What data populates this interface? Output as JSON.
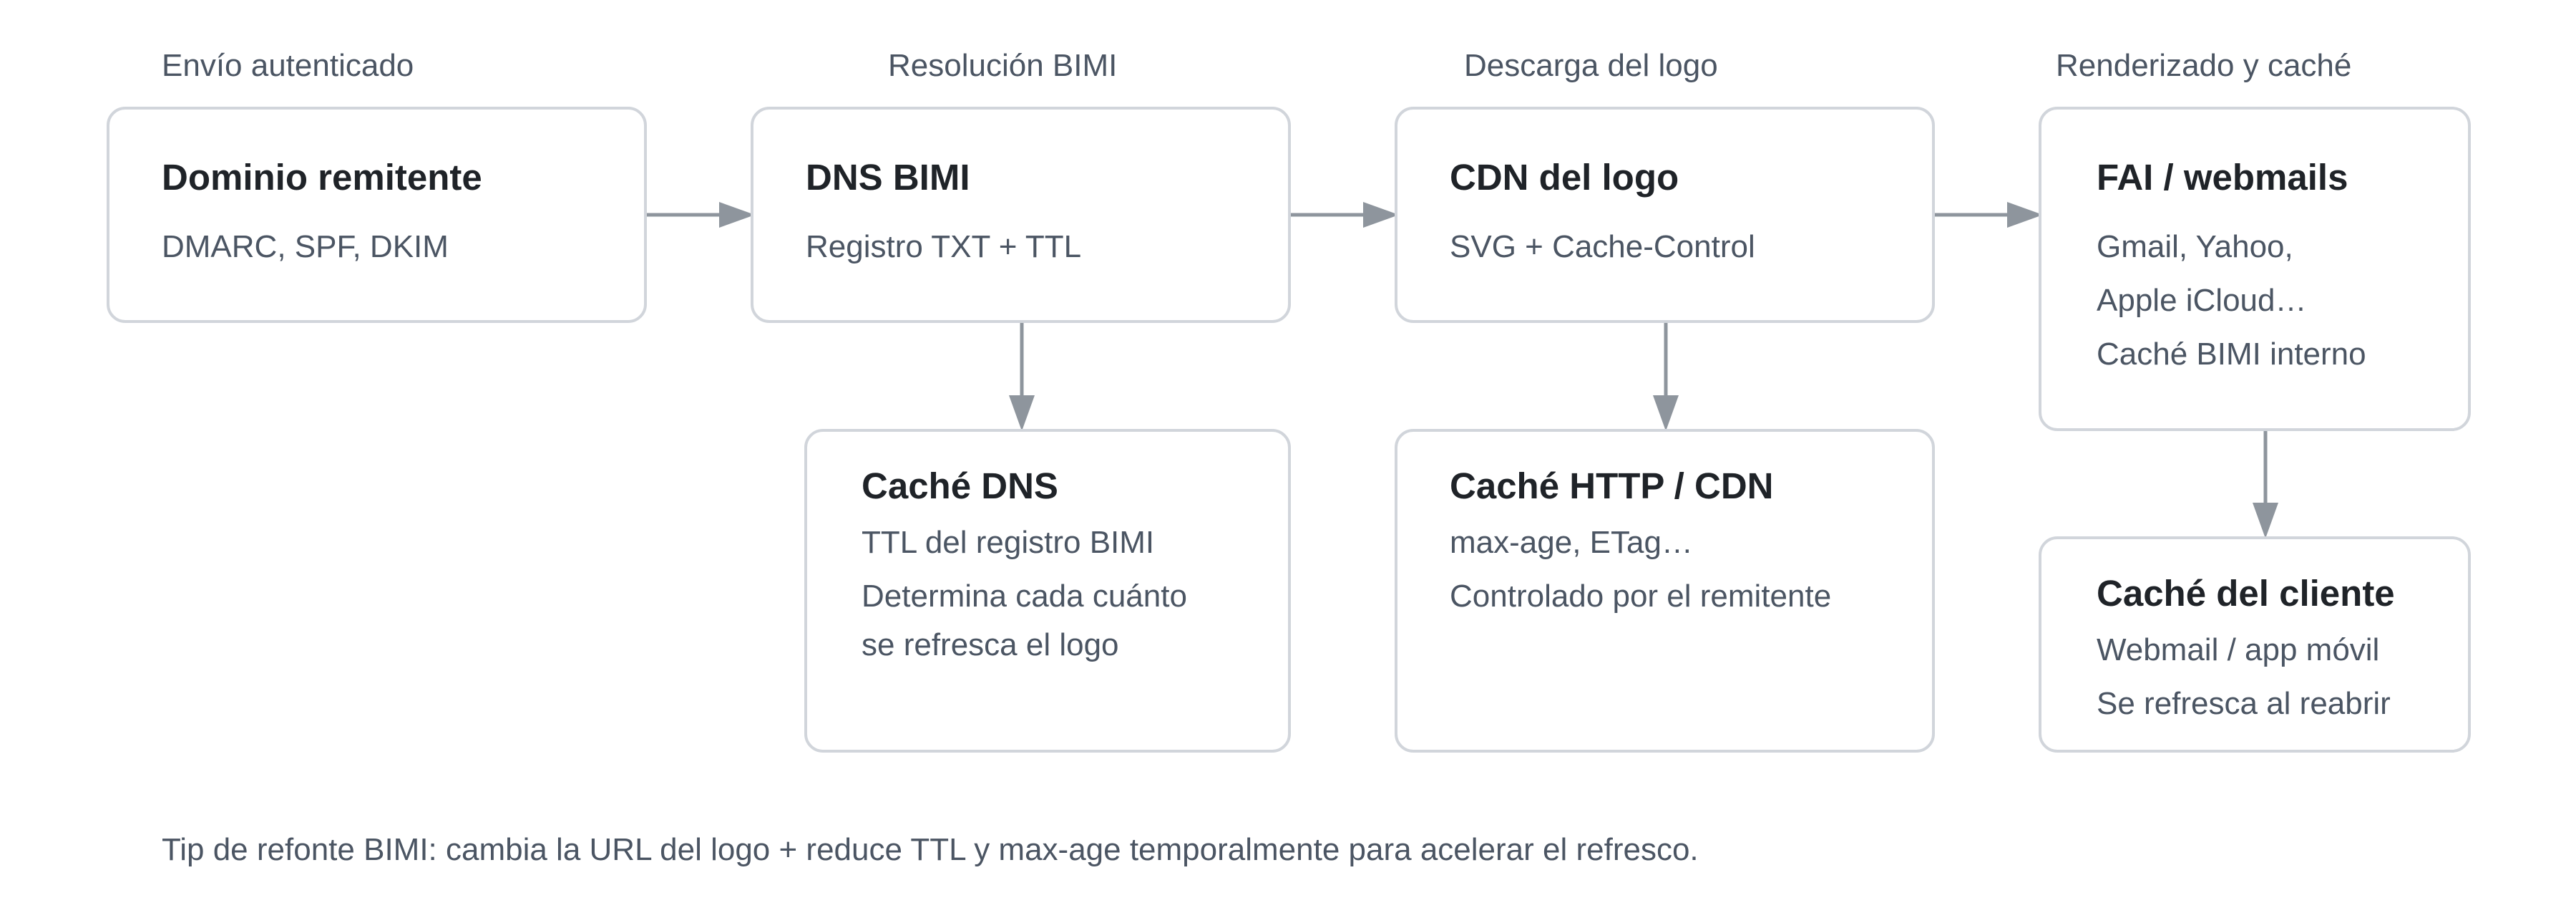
{
  "colors": {
    "box_border": "#d1d5db",
    "arrow": "#8e959d",
    "title_text": "#1f2328",
    "body_text": "#4b5563"
  },
  "stages": [
    {
      "label": "Envío autenticado"
    },
    {
      "label": "Resolución BIMI"
    },
    {
      "label": "Descarga del logo"
    },
    {
      "label": "Renderizado y caché"
    }
  ],
  "nodes": {
    "dominio": {
      "title": "Dominio remitente",
      "lines": [
        "DMARC, SPF, DKIM"
      ]
    },
    "dns": {
      "title": "DNS BIMI",
      "lines": [
        "Registro TXT + TTL"
      ]
    },
    "cdn": {
      "title": "CDN del logo",
      "lines": [
        "SVG + Cache-Control"
      ]
    },
    "fai": {
      "title": "FAI / webmails",
      "lines": [
        "Gmail, Yahoo,",
        "Apple iCloud…",
        "Caché BIMI interno"
      ]
    },
    "cache_dns": {
      "title": "Caché DNS",
      "lines": [
        "TTL del registro BIMI",
        "Determina cada cuánto",
        "se refresca el logo"
      ]
    },
    "cache_http": {
      "title": "Caché HTTP / CDN",
      "lines": [
        "max-age, ETag…",
        "Controlado por el remitente"
      ]
    },
    "cache_cliente": {
      "title": "Caché del cliente",
      "lines": [
        "Webmail / app móvil",
        "Se refresca al reabrir"
      ]
    }
  },
  "edges": [
    {
      "from": "dominio",
      "to": "dns"
    },
    {
      "from": "dns",
      "to": "cdn"
    },
    {
      "from": "cdn",
      "to": "fai"
    },
    {
      "from": "dns",
      "to": "cache_dns"
    },
    {
      "from": "cdn",
      "to": "cache_http"
    },
    {
      "from": "fai",
      "to": "cache_cliente"
    }
  ],
  "footnote": "Tip de refonte BIMI: cambia la URL del logo + reduce TTL y max-age temporalmente para acelerar el refresco."
}
